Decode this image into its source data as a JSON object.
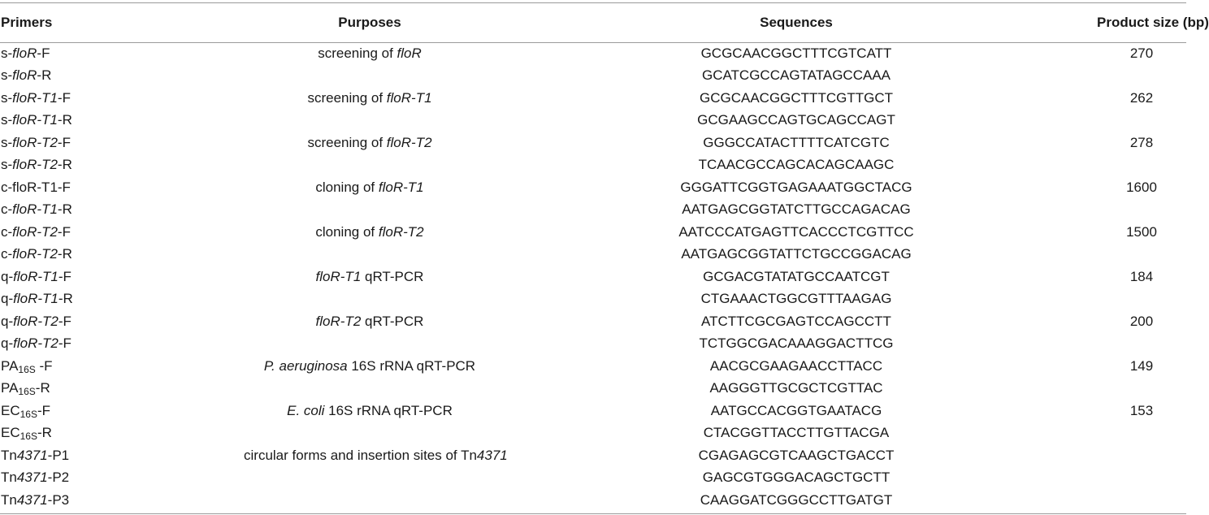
{
  "table": {
    "headers": {
      "primers": "Primers",
      "purposes": "Purposes",
      "sequences": "Sequences",
      "product_size": "Product size (bp)"
    },
    "rows": [
      {
        "primer": [
          {
            "t": "s-"
          },
          {
            "t": "floR",
            "i": true
          },
          {
            "t": "-F"
          }
        ],
        "purpose": [
          {
            "t": "screening of "
          },
          {
            "t": "floR",
            "i": true
          }
        ],
        "sequence": "GCGCAACGGCTTTCGTCATT",
        "size": "270"
      },
      {
        "primer": [
          {
            "t": "s-"
          },
          {
            "t": "floR",
            "i": true
          },
          {
            "t": "-R"
          }
        ],
        "purpose": [],
        "sequence": "GCATCGCCAGTATAGCCAAA",
        "size": ""
      },
      {
        "primer": [
          {
            "t": "s-"
          },
          {
            "t": "floR-T1",
            "i": true
          },
          {
            "t": "-F"
          }
        ],
        "purpose": [
          {
            "t": "screening of "
          },
          {
            "t": "floR-T1",
            "i": true
          }
        ],
        "sequence": "GCGCAACGGCTTTCGTTGCT",
        "size": "262"
      },
      {
        "primer": [
          {
            "t": "s-"
          },
          {
            "t": "floR-T1",
            "i": true
          },
          {
            "t": "-R"
          }
        ],
        "purpose": [],
        "sequence": "GCGAAGCCAGTGCAGCCAGT",
        "size": ""
      },
      {
        "primer": [
          {
            "t": "s-"
          },
          {
            "t": "floR-T2",
            "i": true
          },
          {
            "t": "-F"
          }
        ],
        "purpose": [
          {
            "t": "screening of "
          },
          {
            "t": "floR-T2",
            "i": true
          }
        ],
        "sequence": "GGGCCATACTTTTCATCGTC",
        "size": "278"
      },
      {
        "primer": [
          {
            "t": "s-"
          },
          {
            "t": "floR-T2",
            "i": true
          },
          {
            "t": "-R"
          }
        ],
        "purpose": [],
        "sequence": "TCAACGCCAGCACAGCAAGC",
        "size": ""
      },
      {
        "primer": [
          {
            "t": "c-floR-T1-F"
          }
        ],
        "purpose": [
          {
            "t": "cloning of "
          },
          {
            "t": "floR-T1",
            "i": true
          }
        ],
        "sequence": "GGGATTCGGTGAGAAATGGCTACG",
        "size": "1600"
      },
      {
        "primer": [
          {
            "t": "c-"
          },
          {
            "t": "floR-T1",
            "i": true
          },
          {
            "t": "-R"
          }
        ],
        "purpose": [],
        "sequence": "AATGAGCGGTATCTTGCCAGACAG",
        "size": ""
      },
      {
        "primer": [
          {
            "t": "c-"
          },
          {
            "t": "floR-T2",
            "i": true
          },
          {
            "t": "-F"
          }
        ],
        "purpose": [
          {
            "t": "cloning of "
          },
          {
            "t": "floR-T2",
            "i": true
          }
        ],
        "sequence": "AATCCCATGAGTTCACCCTCGTTCC",
        "size": "1500"
      },
      {
        "primer": [
          {
            "t": "c-"
          },
          {
            "t": "floR-T2",
            "i": true
          },
          {
            "t": "-R"
          }
        ],
        "purpose": [],
        "sequence": "AATGAGCGGTATTCTGCCGGACAG",
        "size": ""
      },
      {
        "primer": [
          {
            "t": "q-"
          },
          {
            "t": "floR-T1",
            "i": true
          },
          {
            "t": "-F"
          }
        ],
        "purpose": [
          {
            "t": "floR-T1",
            "i": true
          },
          {
            "t": " qRT-PCR"
          }
        ],
        "sequence": "GCGACGTATATGCCAATCGT",
        "size": "184"
      },
      {
        "primer": [
          {
            "t": "q-"
          },
          {
            "t": "floR-T1",
            "i": true
          },
          {
            "t": "-R"
          }
        ],
        "purpose": [],
        "sequence": "CTGAAACTGGCGTTTAAGAG",
        "size": ""
      },
      {
        "primer": [
          {
            "t": "q-"
          },
          {
            "t": "floR-T2",
            "i": true
          },
          {
            "t": "-F"
          }
        ],
        "purpose": [
          {
            "t": "floR-T2",
            "i": true
          },
          {
            "t": " qRT-PCR"
          }
        ],
        "sequence": "ATCTTCGCGAGTCCAGCCTT",
        "size": "200"
      },
      {
        "primer": [
          {
            "t": "q-"
          },
          {
            "t": "floR-T2",
            "i": true
          },
          {
            "t": "-F"
          }
        ],
        "purpose": [],
        "sequence": "TCTGGCGACAAAGGACTTCG",
        "size": ""
      },
      {
        "primer": [
          {
            "t": "PA"
          },
          {
            "t": "16S",
            "sub": true
          },
          {
            "t": " -F"
          }
        ],
        "purpose": [
          {
            "t": "P. aeruginosa",
            "i": true
          },
          {
            "t": " 16S rRNA qRT-PCR"
          }
        ],
        "sequence": "AACGCGAAGAACCTTACC",
        "size": "149"
      },
      {
        "primer": [
          {
            "t": "PA"
          },
          {
            "t": "16S",
            "sub": true
          },
          {
            "t": "-R"
          }
        ],
        "purpose": [],
        "sequence": "AAGGGTTGCGCTCGTTAC",
        "size": ""
      },
      {
        "primer": [
          {
            "t": "EC"
          },
          {
            "t": "16S",
            "sub": true
          },
          {
            "t": "-F"
          }
        ],
        "purpose": [
          {
            "t": "E. coli",
            "i": true
          },
          {
            "t": " 16S rRNA qRT-PCR"
          }
        ],
        "sequence": "AATGCCACGGTGAATACG",
        "size": "153"
      },
      {
        "primer": [
          {
            "t": "EC"
          },
          {
            "t": "16S",
            "sub": true
          },
          {
            "t": "-R"
          }
        ],
        "purpose": [],
        "sequence": "CTACGGTTACCTTGTTACGA",
        "size": ""
      },
      {
        "primer": [
          {
            "t": "Tn"
          },
          {
            "t": "4371",
            "i": true
          },
          {
            "t": "-P1"
          }
        ],
        "purpose": [
          {
            "t": "circular forms and insertion sites of Tn"
          },
          {
            "t": "4371",
            "i": true
          }
        ],
        "sequence": "CGAGAGCGTCAAGCTGACCT",
        "size": ""
      },
      {
        "primer": [
          {
            "t": "Tn"
          },
          {
            "t": "4371",
            "i": true
          },
          {
            "t": "-P2"
          }
        ],
        "purpose": [],
        "sequence": "GAGCGTGGGACAGCTGCTT",
        "size": ""
      },
      {
        "primer": [
          {
            "t": "Tn"
          },
          {
            "t": "4371",
            "i": true
          },
          {
            "t": "-P3"
          }
        ],
        "purpose": [],
        "sequence": "CAAGGATCGGGCCTTGATGT",
        "size": ""
      }
    ]
  }
}
